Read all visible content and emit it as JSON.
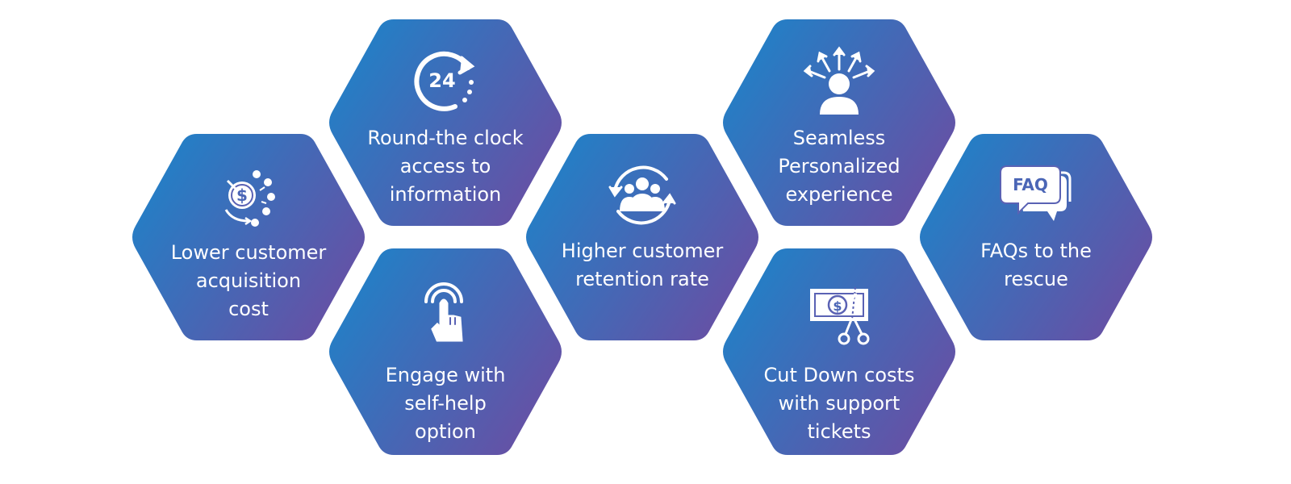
{
  "gradient": {
    "start_color": "#1f82c8",
    "end_color": "#6a4ea3",
    "icon_color": "#ffffff"
  },
  "hexagons": [
    {
      "id": "lower-acquisition",
      "lines": [
        "Lower customer",
        "acquisition",
        "cost"
      ],
      "icon": "dollar-people-cycle-icon"
    },
    {
      "id": "round-the-clock",
      "lines": [
        "Round-the clock",
        "access to",
        "information"
      ],
      "icon": "24-hour-clock-icon",
      "icon_text": "24"
    },
    {
      "id": "self-help",
      "lines": [
        "Engage with",
        "self-help",
        "option"
      ],
      "icon": "tap-hand-icon"
    },
    {
      "id": "retention",
      "lines": [
        "Higher customer",
        "retention rate"
      ],
      "icon": "people-cycle-arrows-icon"
    },
    {
      "id": "personalized",
      "lines": [
        "Seamless",
        "Personalized",
        "experience"
      ],
      "icon": "person-radiating-arrows-icon"
    },
    {
      "id": "cut-costs",
      "lines": [
        "Cut Down costs",
        "with support",
        "tickets"
      ],
      "icon": "dollar-scissors-icon",
      "icon_text": "$"
    },
    {
      "id": "faqs",
      "lines": [
        "FAQs to the",
        "rescue"
      ],
      "icon": "faq-speech-bubble-icon",
      "icon_text": "FAQ"
    }
  ]
}
